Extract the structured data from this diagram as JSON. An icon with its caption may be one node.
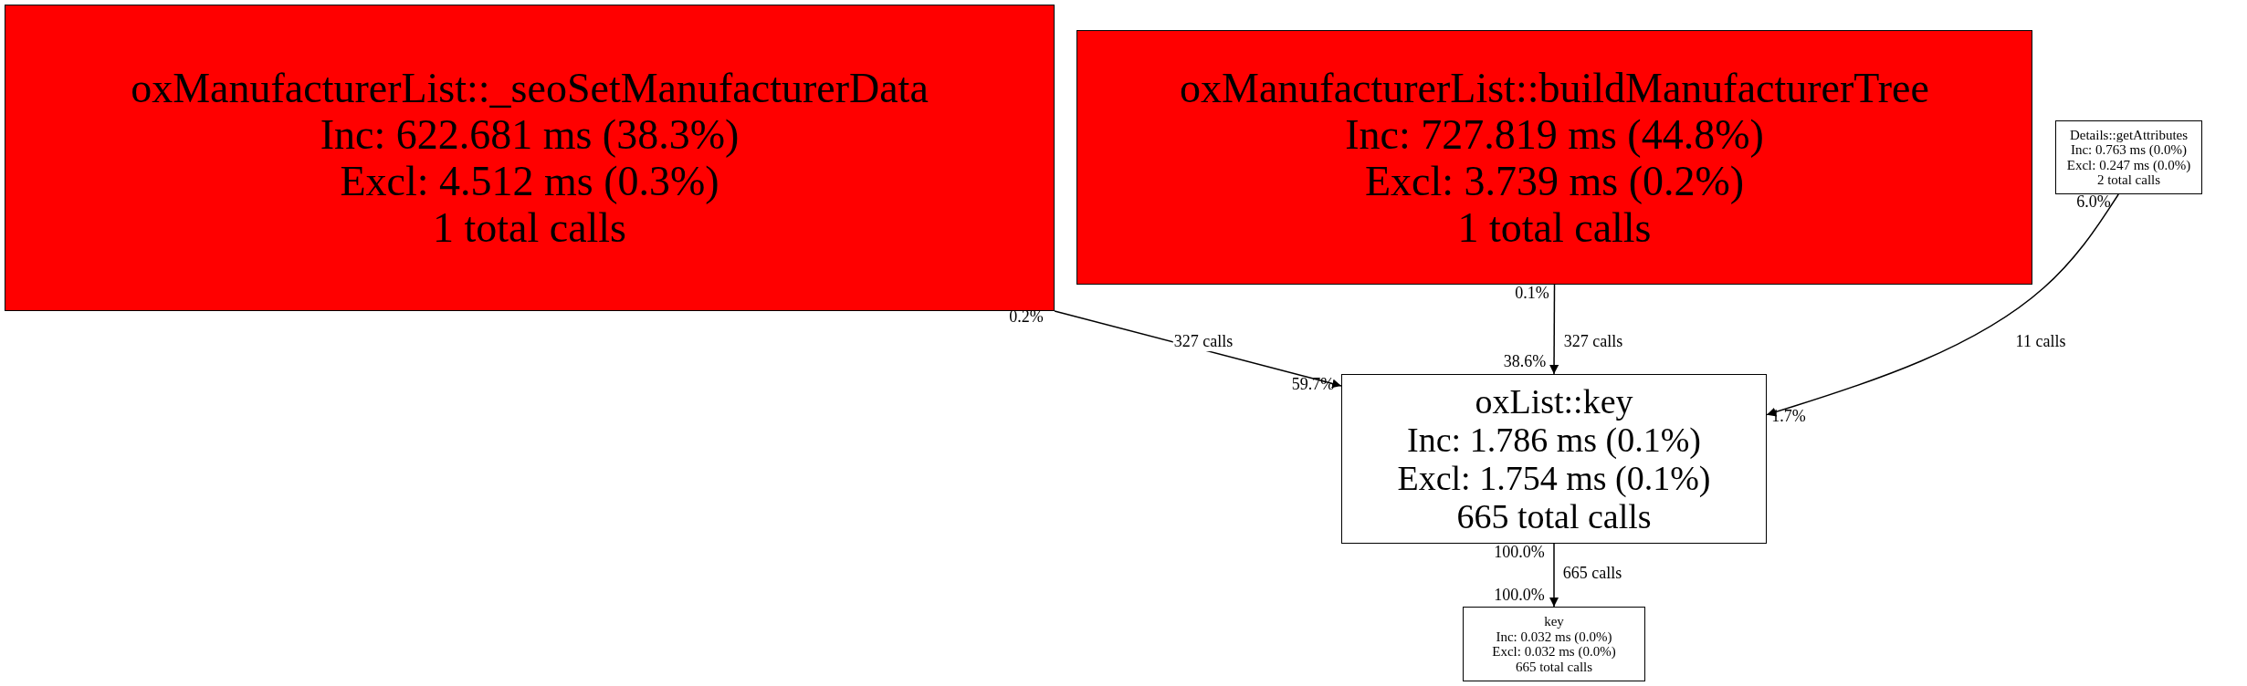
{
  "diagram": {
    "nodes": [
      {
        "text": [
          "oxManufacturerList::_seoSetManufacturerData",
          "Inc: 622.681 ms (38.3%)",
          "Excl: 4.512 ms (0.3%)",
          "1 total calls"
        ]
      },
      {
        "text": [
          "oxManufacturerList::buildManufacturerTree",
          "Inc: 727.819 ms (44.8%)",
          "Excl: 3.739 ms (0.2%)",
          "1 total calls"
        ]
      },
      {
        "text": [
          "Details::getAttributes",
          "Inc: 0.763 ms (0.0%)",
          "Excl: 0.247 ms (0.0%)",
          "2 total calls"
        ]
      },
      {
        "text": [
          "oxList::key",
          "Inc: 1.786 ms (0.1%)",
          "Excl: 1.754 ms (0.1%)",
          "665 total calls"
        ]
      },
      {
        "text": [
          "key",
          "Inc: 0.032 ms (0.0%)",
          "Excl: 0.032 ms (0.0%)",
          "665 total calls"
        ]
      }
    ],
    "edges": [
      {
        "from": 0,
        "to": 3,
        "arrow": "to",
        "label": "327 calls"
      },
      {
        "from": 1,
        "to": 3,
        "arrow": "to",
        "label": "327 calls"
      },
      {
        "from": 2,
        "to": 3,
        "arrow": "to",
        "label": "11 calls"
      },
      {
        "from": 3,
        "to": 4,
        "arrow": "to",
        "label": "665 calls"
      }
    ],
    "labels": [
      "0.1%",
      "6.0%",
      "0.2%",
      "38.6%",
      "59.7%",
      "1.7%",
      "100.0%",
      "100.0%"
    ]
  }
}
